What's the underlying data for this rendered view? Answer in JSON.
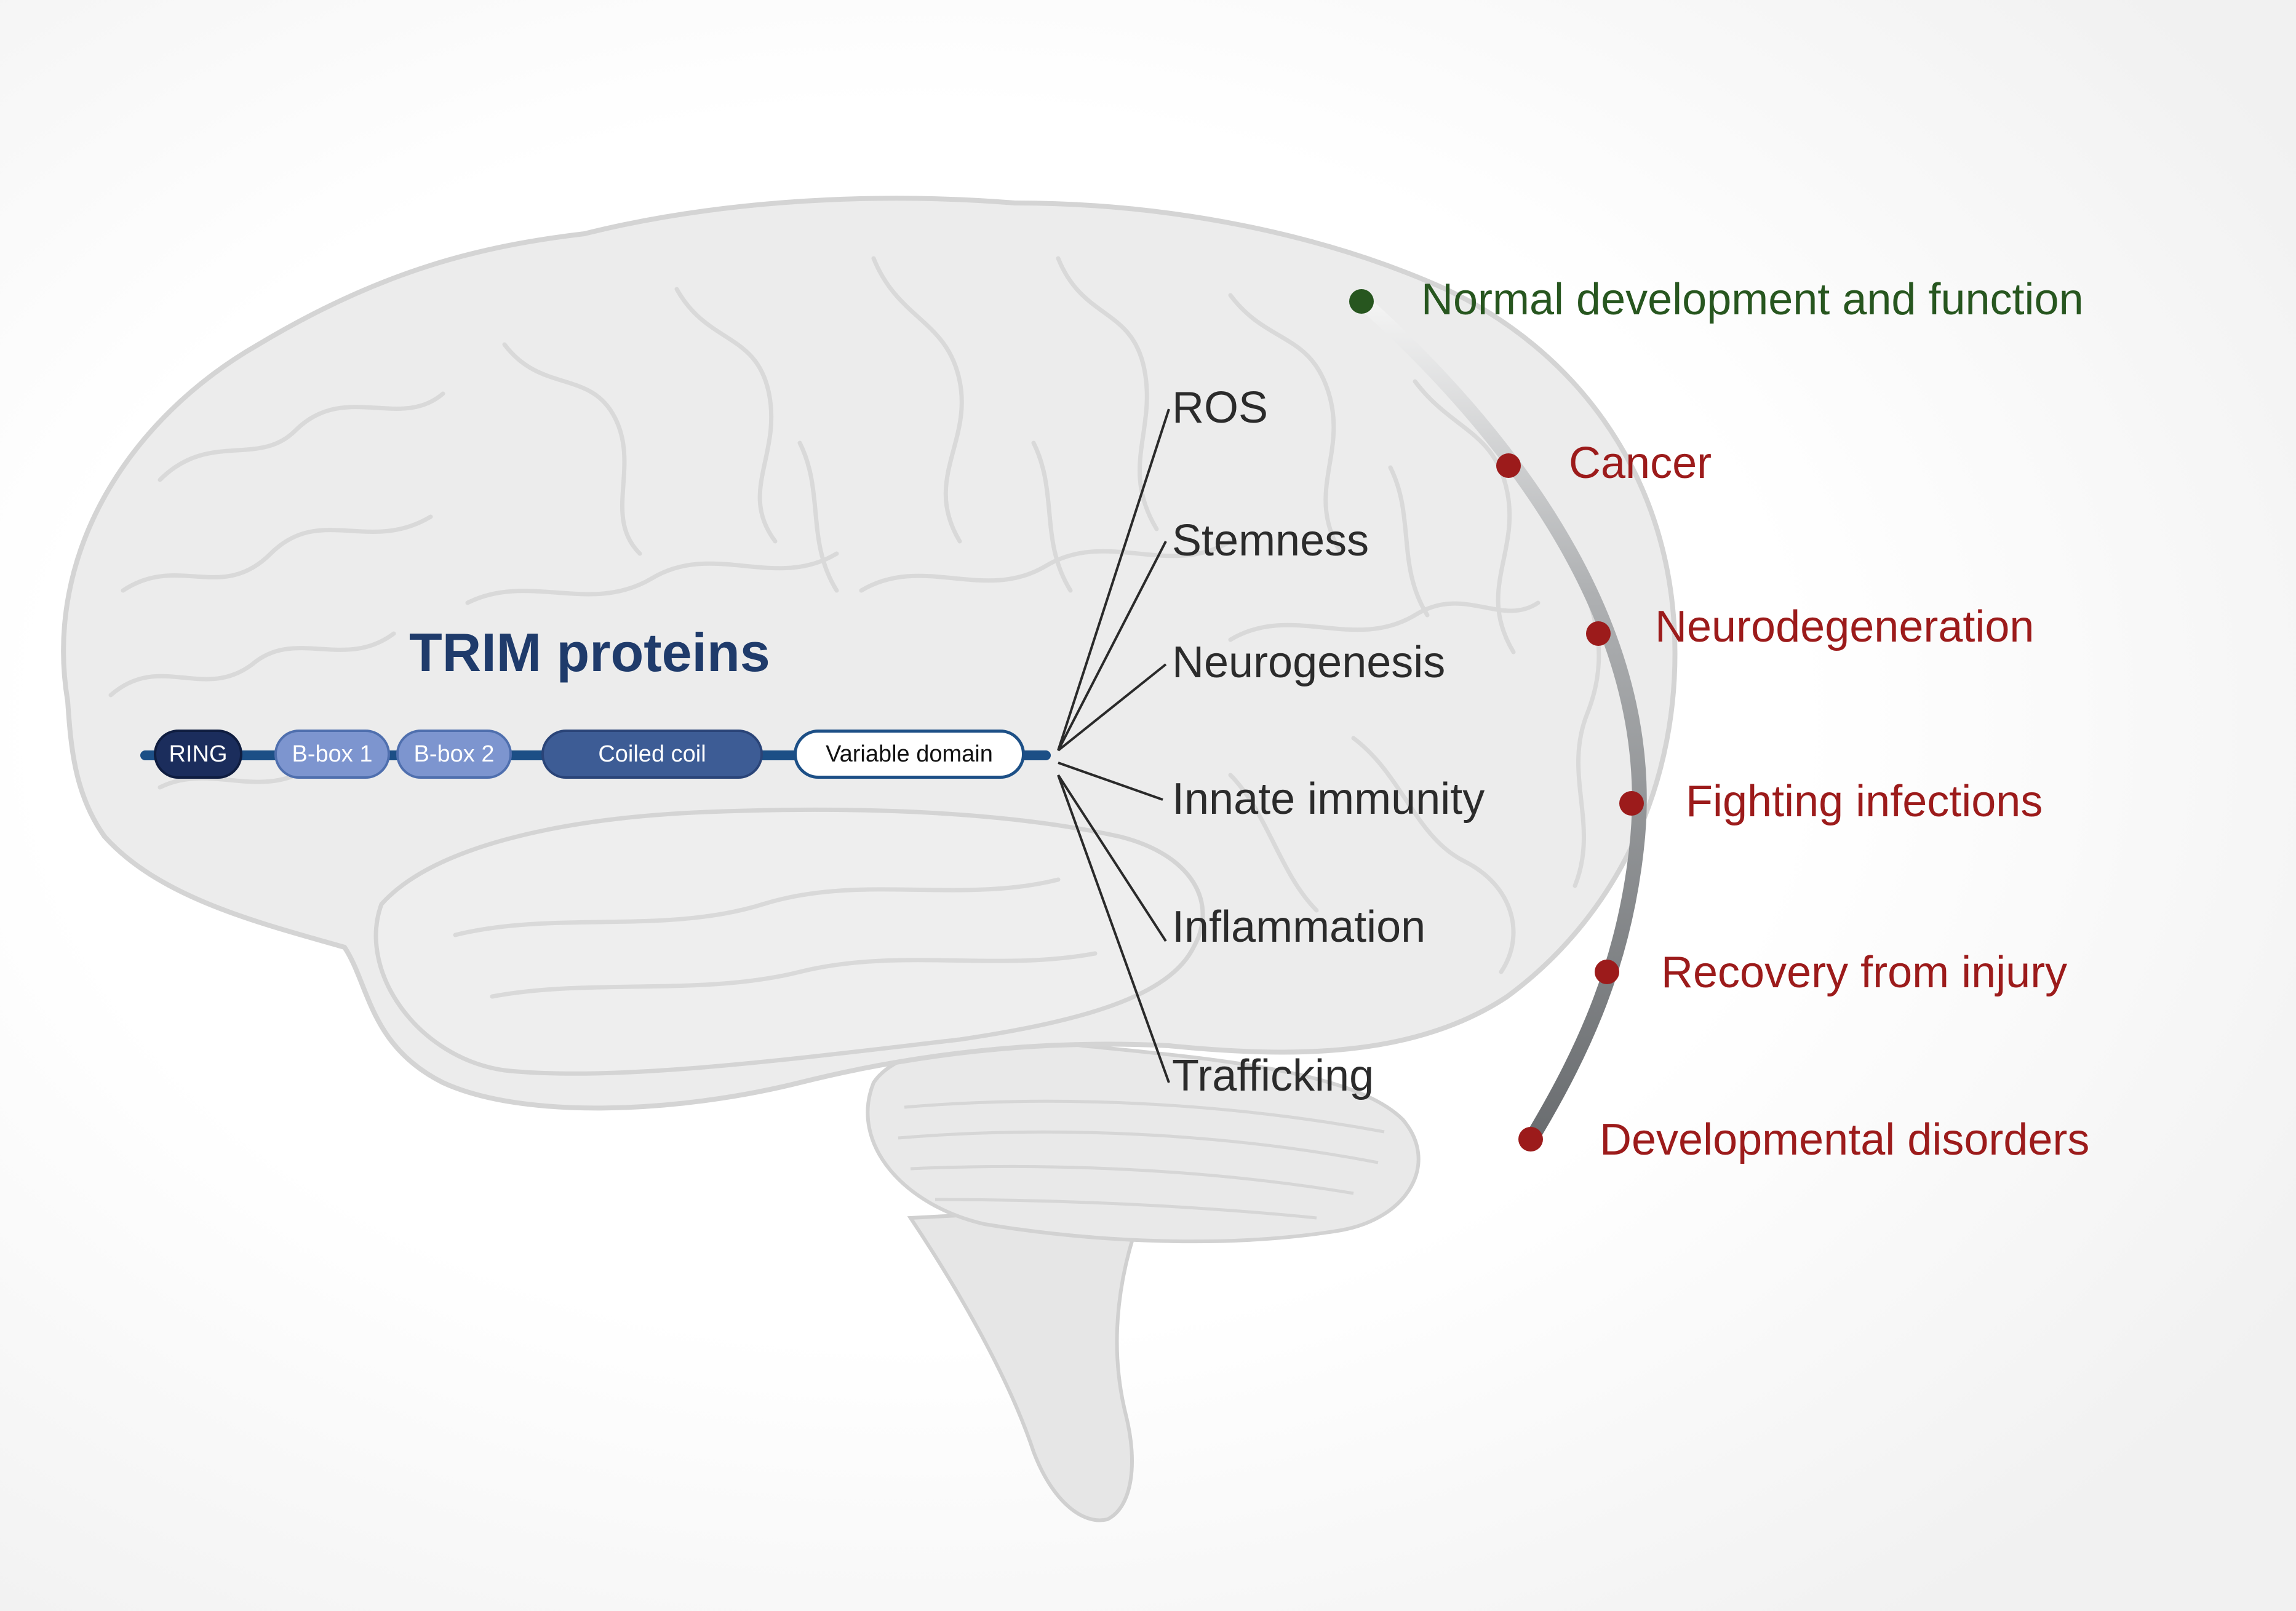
{
  "title": "TRIM proteins",
  "domains": {
    "ring": "RING",
    "bbox1": "B-box 1",
    "bbox2": "B-box 2",
    "coiled_coil": "Coiled coil",
    "variable": "Variable  domain"
  },
  "functions": [
    "ROS",
    "Stemness",
    "Neurogenesis",
    "Innate immunity",
    "Inflammation",
    "Trafficking"
  ],
  "outcomes": [
    {
      "label": "Normal development and function",
      "kind": "normal"
    },
    {
      "label": "Cancer",
      "kind": "disease"
    },
    {
      "label": "Neurodegeneration",
      "kind": "disease"
    },
    {
      "label": "Fighting infections",
      "kind": "disease"
    },
    {
      "label": "Recovery from injury",
      "kind": "disease"
    },
    {
      "label": "Developmental disorders",
      "kind": "disease"
    }
  ],
  "colors": {
    "normal": "#27561f",
    "disease": "#9c1b1b",
    "brain_fill": "#ececec",
    "brain_stroke": "#d2d2d2",
    "title": "#1f3b6b"
  }
}
